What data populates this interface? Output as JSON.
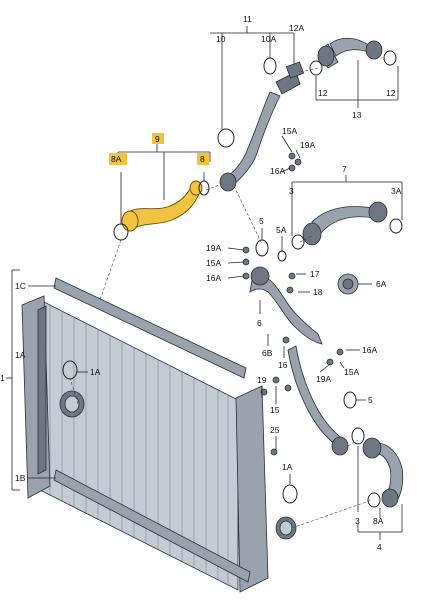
{
  "diagram": {
    "highlight_color": "#f0c440",
    "part_color": "#9aa3ad",
    "labels": {
      "l11": "11",
      "l12A": "12A",
      "l10": "10",
      "l10A": "10A",
      "l12a": "12",
      "l12b": "12",
      "l13": "13",
      "l9": "9",
      "l8A": "8A",
      "l8": "8",
      "l15A_a": "15A",
      "l19A_a": "19A",
      "l16A_a": "16A",
      "l7": "7",
      "l3": "3",
      "l3A": "3A",
      "l5": "5",
      "l5A": "5A",
      "l19A_b": "19A",
      "l15A_b": "15A",
      "l16A_b": "16A",
      "l17": "17",
      "l18": "18",
      "l6A": "6A",
      "l1C": "1C",
      "l1A": "1A",
      "l1": "1",
      "l1A_c": "1A",
      "l1B": "1B",
      "l6": "6",
      "l6B": "6B",
      "l16": "16",
      "l16A_c": "16A",
      "l19A_c": "19A",
      "l15A_c": "15A",
      "l19": "19",
      "l15": "15",
      "l5_b": "5",
      "l25": "25",
      "l1A_b": "1A",
      "l3_b": "3",
      "l8A_b": "8A",
      "l4": "4"
    }
  }
}
